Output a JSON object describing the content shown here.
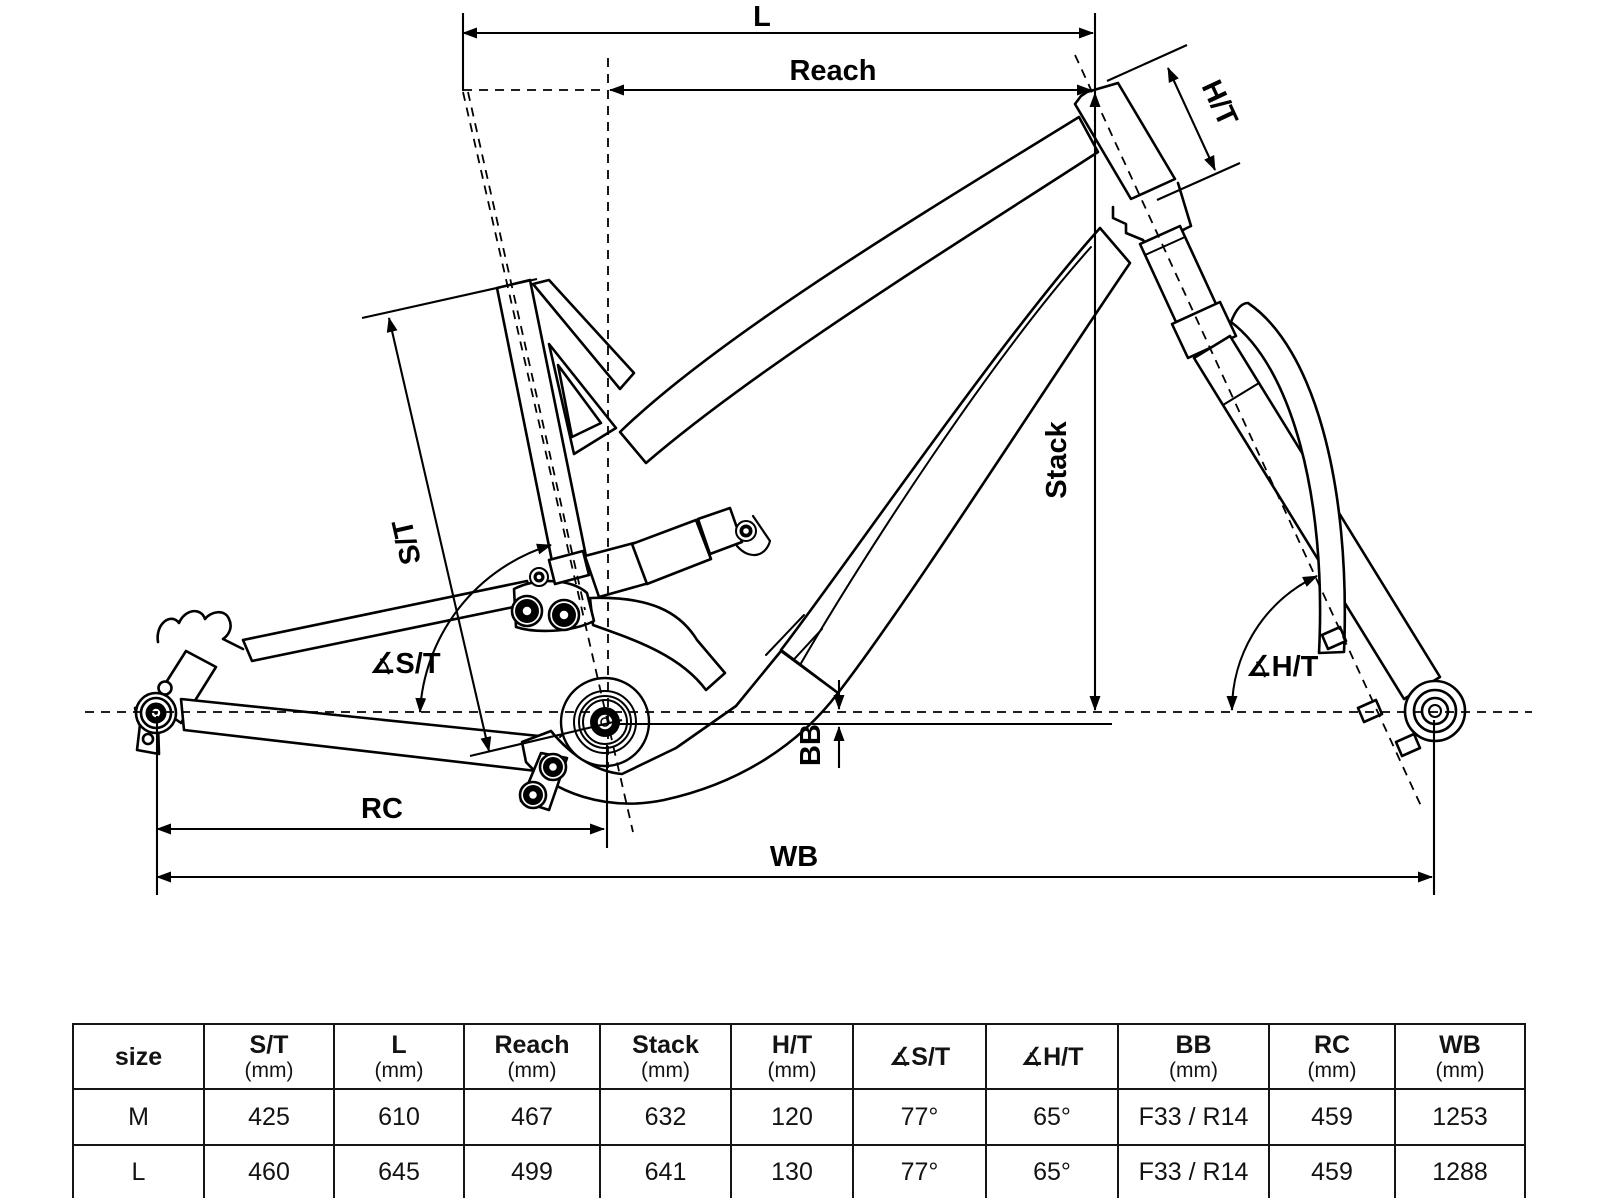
{
  "diagram": {
    "labels": {
      "top_tube_length": "L",
      "reach": "Reach",
      "head_tube": "H/T",
      "stack": "Stack",
      "seat_tube": "S/T",
      "seat_tube_angle": "∡S/T",
      "head_tube_angle": "∡H/T",
      "bottom_bracket": "BB",
      "rear_center": "RC",
      "wheelbase": "WB"
    },
    "line_color": "#000000",
    "background_color": "#ffffff"
  },
  "table": {
    "columns": [
      {
        "label": "size",
        "unit": ""
      },
      {
        "label": "S/T",
        "unit": "(mm)"
      },
      {
        "label": "L",
        "unit": "(mm)"
      },
      {
        "label": "Reach",
        "unit": "(mm)"
      },
      {
        "label": "Stack",
        "unit": "(mm)"
      },
      {
        "label": "H/T",
        "unit": "(mm)"
      },
      {
        "label": "∡S/T",
        "unit": ""
      },
      {
        "label": "∡H/T",
        "unit": ""
      },
      {
        "label": "BB",
        "unit": "(mm)"
      },
      {
        "label": "RC",
        "unit": "(mm)"
      },
      {
        "label": "WB",
        "unit": "(mm)"
      }
    ],
    "rows": [
      [
        "M",
        "425",
        "610",
        "467",
        "632",
        "120",
        "77°",
        "65°",
        "F33 / R14",
        "459",
        "1253"
      ],
      [
        "L",
        "460",
        "645",
        "499",
        "641",
        "130",
        "77°",
        "65°",
        "F33 / R14",
        "459",
        "1288"
      ]
    ]
  }
}
